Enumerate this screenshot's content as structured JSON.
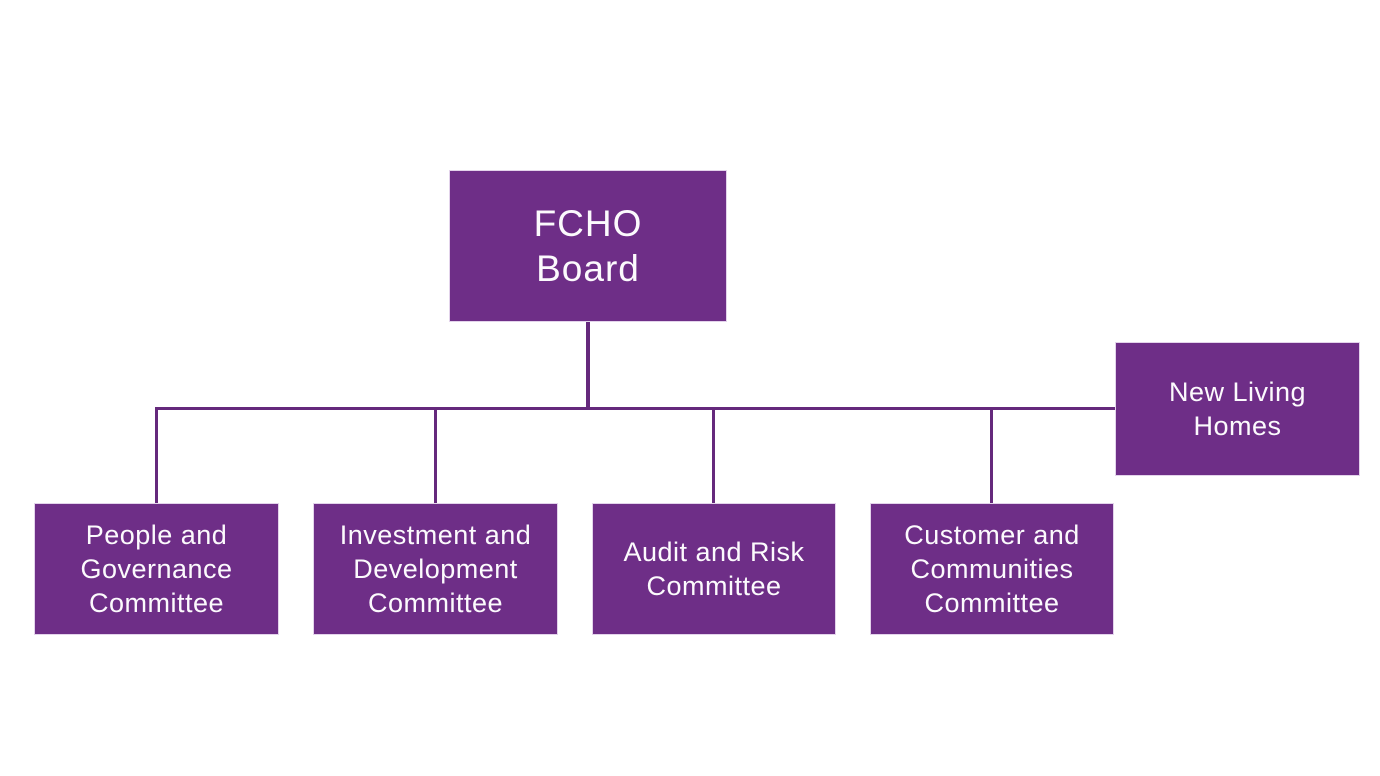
{
  "diagram": {
    "type": "org-chart",
    "nodes": {
      "board": {
        "label": "FCHO\nBoard"
      },
      "committees": [
        {
          "id": "people-governance",
          "label": "People and\nGovernance\nCommittee"
        },
        {
          "id": "investment-development",
          "label": "Investment and\nDevelopment\nCommittee"
        },
        {
          "id": "audit-risk",
          "label": "Audit and Risk\nCommittee"
        },
        {
          "id": "customer-communities",
          "label": "Customer and\nCommunities\nCommittee"
        }
      ],
      "side_node": {
        "label": "New Living\nHomes"
      }
    },
    "edges": [
      {
        "from": "board",
        "to": "people-governance"
      },
      {
        "from": "board",
        "to": "investment-development"
      },
      {
        "from": "board",
        "to": "audit-risk"
      },
      {
        "from": "board",
        "to": "customer-communities"
      },
      {
        "from": "board",
        "to": "new-living-homes"
      }
    ],
    "colors": {
      "node_fill": "#6E2E87",
      "node_border": "#E3D3EB",
      "connector": "#65297C",
      "text": "#FCFAFD",
      "background": "#FFFFFF"
    }
  }
}
